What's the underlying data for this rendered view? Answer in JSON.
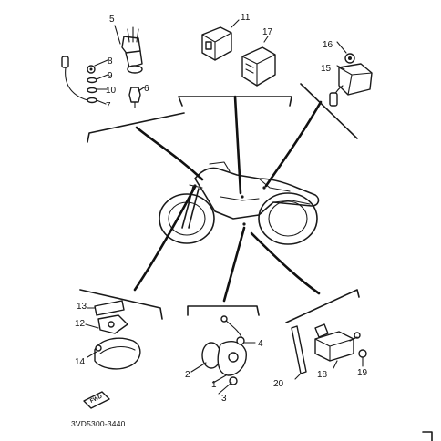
{
  "diagram": {
    "drawing_code": "3VD5300-3440",
    "fwd_label": "FWD",
    "callouts": [
      "1",
      "2",
      "3",
      "4",
      "5",
      "6",
      "7",
      "8",
      "9",
      "10",
      "11",
      "12",
      "13",
      "14",
      "15",
      "16",
      "17",
      "18",
      "19",
      "20"
    ]
  }
}
